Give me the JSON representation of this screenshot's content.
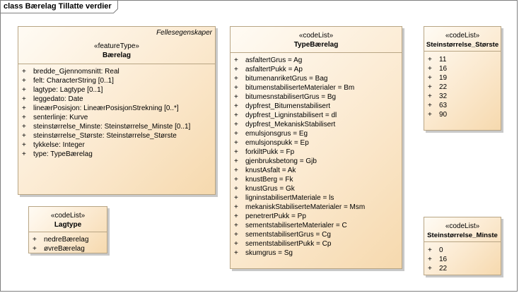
{
  "frame": {
    "title": "class Bærelag Tillatte verdier"
  },
  "classes": {
    "baerelag": {
      "tag": "Fellesegenskaper",
      "stereotype": "«featureType»",
      "name": "Bærelag",
      "attributes": [
        "bredde_Gjennomsnitt: Real",
        "felt: CharacterString [0..1]",
        "lagtype: Lagtype [0..1]",
        "leggedato: Date",
        "lineærPosisjon: LineærPosisjonStrekning [0..*]",
        "senterlinje: Kurve",
        "steinstørrelse_Minste: Steinstørrelse_Minste [0..1]",
        "steinstørrelse_Største: Steinstørrelse_Største",
        "tykkelse: Integer",
        "type: TypeBærelag"
      ]
    },
    "lagtype": {
      "stereotype": "«codeList»",
      "name": "Lagtype",
      "values": [
        "nedreBærelag",
        "øvreBærelag"
      ]
    },
    "typebaerelag": {
      "stereotype": "«codeList»",
      "name": "TypeBærelag",
      "values": [
        "asfaltertGrus = Ag",
        "asfaltertPukk = Ap",
        "bitumenanriketGrus = Bag",
        "bitumenstabiliserteMaterialer = Bm",
        "bitumesnstabilisertGrus = Bg",
        "dypfrest_Bitumenstabilisert",
        "dypfrest_Ligninstabilisert = dl",
        "dypfrest_MekaniskStabilisert",
        "emulsjonsgrus = Eg",
        "emulsjonspukk = Ep",
        "forkiltPukk = Fp",
        "gjenbruksbetong = Gjb",
        "knustAsfalt = Ak",
        "knustBerg = Fk",
        "knustGrus = Gk",
        "ligninstabilisertMateriale = ls",
        "mekaniskStabiliserteMaterialer = Msm",
        "penetrertPukk = Pp",
        "sementstabiliserteMaterialer = C",
        "sementstabilisertGrus = Cg",
        "sementstabilisertPukk = Cp",
        "skumgrus = Sg"
      ]
    },
    "stor": {
      "stereotype": "«codeList»",
      "name": "Steinstørrelse_Største",
      "values": [
        "11",
        "16",
        "19",
        "22",
        "32",
        "63",
        "90"
      ]
    },
    "minste": {
      "stereotype": "«codeList»",
      "name": "Steinstørrelse_Minste",
      "values": [
        "0",
        "16",
        "22"
      ]
    }
  },
  "marker": "+"
}
